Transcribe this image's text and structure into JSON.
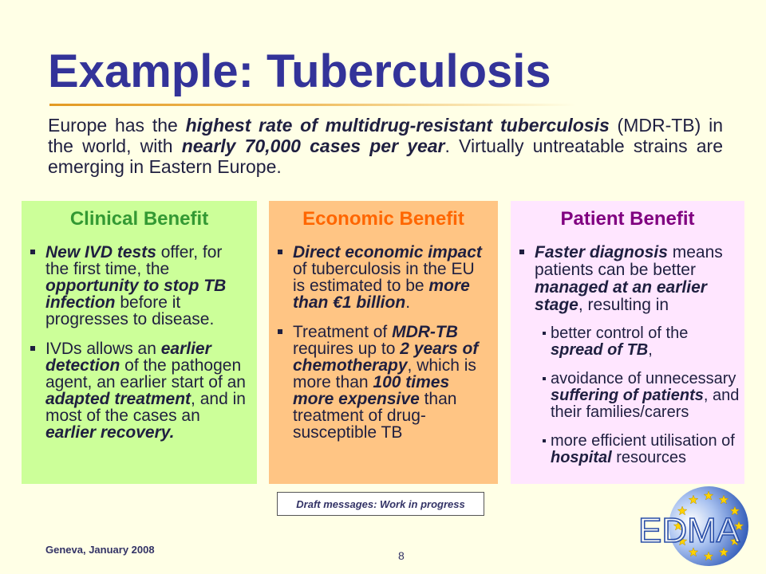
{
  "slide": {
    "title": "Example: Tuberculosis",
    "intro": [
      {
        "text": "Europe has the "
      },
      {
        "text": "highest rate of multidrug-resistant tuberculosis",
        "em": true
      },
      {
        "text": " (MDR-TB) in the world, with "
      },
      {
        "text": "nearly 70,000 cases per year",
        "em": true
      },
      {
        "text": ". Virtually untreatable strains are emerging in Eastern Europe."
      }
    ],
    "columns": [
      {
        "heading": "Clinical Benefit",
        "bullets": [
          {
            "runs": [
              {
                "text": "New IVD tests",
                "em": true
              },
              {
                "text": " offer, for the first time, the "
              },
              {
                "text": "opportunity to stop TB infection",
                "em": true
              },
              {
                "text": " before it progresses to disease."
              }
            ]
          },
          {
            "runs": [
              {
                "text": "IVDs allows an "
              },
              {
                "text": "earlier detection",
                "em": true
              },
              {
                "text": " of the pathogen agent, an earlier start of an "
              },
              {
                "text": "adapted treatment",
                "em": true
              },
              {
                "text": ", and in most of the cases an "
              },
              {
                "text": "earlier recovery.",
                "em": true
              }
            ]
          }
        ]
      },
      {
        "heading": "Economic Benefit",
        "bullets": [
          {
            "runs": [
              {
                "text": "Direct economic impact",
                "em": true
              },
              {
                "text": " of tuberculosis in the EU is estimated to be "
              },
              {
                "text": "more than €1 billion",
                "em": true
              },
              {
                "text": "."
              }
            ]
          },
          {
            "runs": [
              {
                "text": "Treatment of "
              },
              {
                "text": "MDR-TB",
                "em": true
              },
              {
                "text": " requires up to "
              },
              {
                "text": "2 years of chemotherapy",
                "em": true
              },
              {
                "text": ", which is more than "
              },
              {
                "text": "100 times more expensive",
                "em": true
              },
              {
                "text": " than treatment of drug-susceptible TB"
              }
            ]
          }
        ]
      },
      {
        "heading": "Patient Benefit",
        "bullets": [
          {
            "runs": [
              {
                "text": "Faster diagnosis",
                "em": true
              },
              {
                "text": " means patients can be better "
              },
              {
                "text": "managed at an earlier stage",
                "em": true
              },
              {
                "text": ", resulting in"
              }
            ],
            "sub_bullets": [
              {
                "runs": [
                  {
                    "text": "better control of the "
                  },
                  {
                    "text": "spread of TB",
                    "em": true
                  },
                  {
                    "text": ","
                  }
                ]
              },
              {
                "runs": [
                  {
                    "text": "avoidance of unnecessary "
                  },
                  {
                    "text": "suffering of patients",
                    "em": true
                  },
                  {
                    "text": ", and their families/carers"
                  }
                ]
              },
              {
                "runs": [
                  {
                    "text": "more efficient utilisation of "
                  },
                  {
                    "text": "hospital",
                    "em": true
                  },
                  {
                    "text": " resources"
                  }
                ]
              }
            ]
          }
        ]
      }
    ],
    "draft_note": "Draft messages: Work in progress",
    "footer": {
      "location_date": "Geneva, January 2008",
      "page_number": "8"
    },
    "logo": {
      "text": "EDMA",
      "star_count": 12
    }
  },
  "colors": {
    "background": "#FFFFE6",
    "title": "#333399",
    "body_text": "#1F1F40",
    "clinical_heading": "#339933",
    "clinical_box": "#CCFF99",
    "economic_heading": "#FF6600",
    "economic_box": "#FFC584",
    "patient_heading": "#800080",
    "patient_box": "#FFE6FF",
    "footer_text": "#333366",
    "logo_blue": "#2A4FA8",
    "logo_star": "#FFD200"
  }
}
